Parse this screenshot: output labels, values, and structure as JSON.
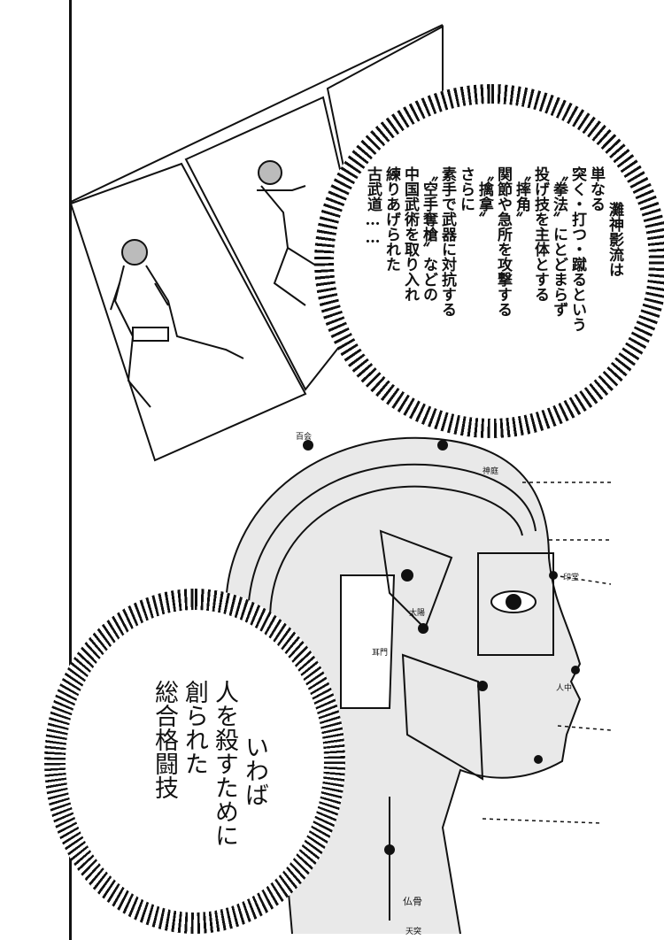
{
  "page": {
    "caption_1": {
      "lines": [
        "灘神影流は",
        "単なる",
        "突く・打つ・蹴るという",
        "〝拳法〟にとどまらず",
        "投げ技を主体とする",
        "〝摔角〟",
        "関節や急所を攻撃する",
        "〝擒拿〟",
        "さらに",
        "素手で武器に対抗する",
        "〝空手奪槍〟などの",
        "中国武術を取り入れ",
        "練りあげられた",
        "古武道……"
      ]
    },
    "caption_2": {
      "lines": [
        "いわば",
        "人を殺すために",
        "創られた",
        "総合格闘技"
      ]
    },
    "diagram_labels": [
      "百会",
      "神庭",
      "印堂",
      "太陽",
      "人中",
      "耳門",
      "天突",
      "仏骨"
    ]
  }
}
